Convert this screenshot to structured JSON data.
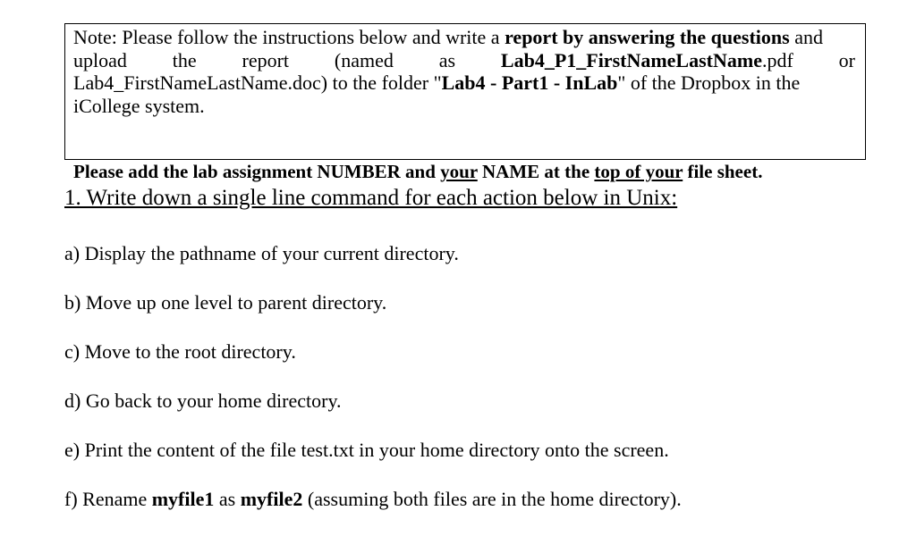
{
  "note": {
    "line1_a": "Note: Please follow the instructions below and write a",
    "line1_b": "report by answering the questions",
    "line1_c": "and",
    "line2": [
      "upload",
      "the",
      "report",
      "(named",
      "as"
    ],
    "line2_file": "Lab4_P1_FirstNameLastName",
    "line2_ext": ".pdf",
    "line2_or": "or",
    "line3_a": "Lab4_FirstNameLastName.doc) to the folder \"",
    "line3_folder": "Lab4 - Part1 - InLab",
    "line3_b": "\" of the Dropbox in the",
    "line4": "iCollege system.",
    "emph_a": "Please add the lab assignment NUMBER and ",
    "emph_b": "your",
    "emph_c": " NAME at the ",
    "emph_d": "top of your",
    "emph_e": " file sheet."
  },
  "question": {
    "heading": "1. Write down a single line command for each action below in Unix:",
    "items": [
      "a) Display the pathname of your current directory.",
      "b) Move up one level to parent directory.",
      "c) Move to the root directory.",
      "d) Go back to your home directory.",
      "e) Print the content of the file test.txt in your home directory onto the screen."
    ],
    "item_f": {
      "pre": "f) Rename ",
      "file1": "myfile1",
      "mid": " as ",
      "file2": "myfile2",
      "post": " (assuming both files are in the home directory)."
    }
  }
}
